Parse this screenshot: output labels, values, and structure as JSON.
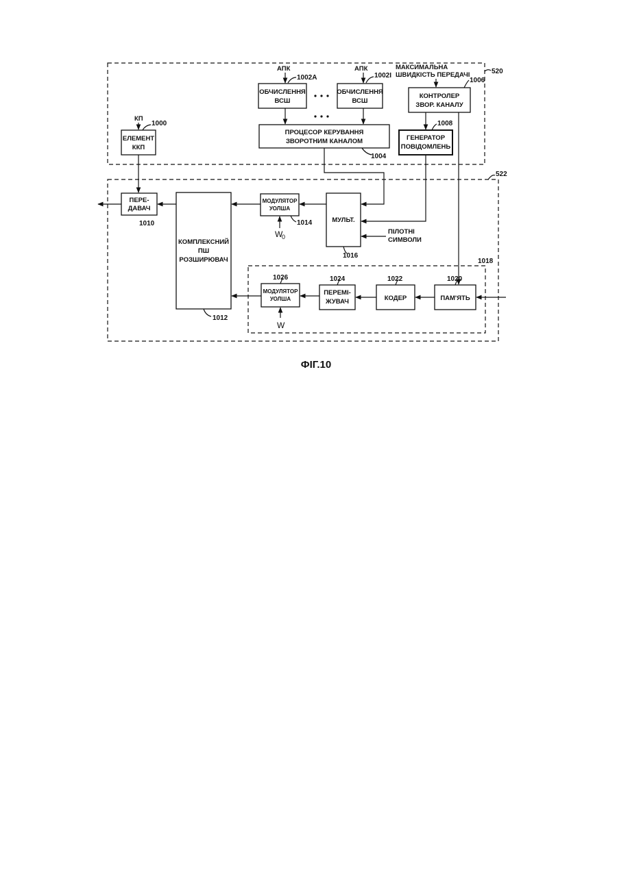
{
  "figure": {
    "caption": "ФІГ.10"
  },
  "frames": {
    "outer_top_ref": "520",
    "outer_bottom_ref": "522",
    "inner_ref": "1018"
  },
  "inputs": {
    "apc_a": "АПК",
    "apc_i": "АПК",
    "kp": "КП",
    "max_rate_1": "МАКСИМАЛЬНА",
    "max_rate_2": "ШВИДКІСТЬ ПЕРЕДАЧІ",
    "pilot_1": "ПІЛОТНІ",
    "pilot_2": "СИМВОЛИ",
    "w0": "W",
    "w0_sub": "0",
    "w": "W"
  },
  "blocks": {
    "kkp": {
      "line1": "ЕЛЕМЕНТ",
      "line2": "ККП",
      "ref": "1000"
    },
    "snr_a": {
      "line1": "ОБЧИСЛЕННЯ",
      "line2": "ВСШ",
      "ref": "1002A"
    },
    "snr_i": {
      "line1": "ОБЧИСЛЕННЯ",
      "line2": "ВСШ",
      "ref": "1002I"
    },
    "proc": {
      "line1": "ПРОЦЕСОР КЕРУВАННЯ",
      "line2": "ЗВОРОТНИМ КАНАЛОМ",
      "ref": "1004"
    },
    "ctrl": {
      "line1": "КОНТРОЛЕР",
      "line2": "ЗВОР. КАНАЛУ",
      "ref": "1006"
    },
    "msg": {
      "line1": "ГЕНЕРАТОР",
      "line2": "ПОВІДОМЛЕНЬ",
      "ref": "1008"
    },
    "tx": {
      "line1": "ПЕРЕ-",
      "line2": "ДАВАЧ",
      "ref": "1010"
    },
    "spreader": {
      "line1": "КОМПЛЕКСНИЙ",
      "line2": "ПШ",
      "line3": "РОЗШИРЮВАЧ",
      "ref": "1012"
    },
    "walsh1": {
      "line1": "МОДУЛЯТОР",
      "line2": "УОЛША",
      "ref": "1014"
    },
    "mux": {
      "line1": "МУЛЬТ.",
      "ref": "1016"
    },
    "memory": {
      "line1": "ПАМ'ЯТЬ",
      "ref": "1020"
    },
    "coder": {
      "line1": "КОДЕР",
      "ref": "1022"
    },
    "interleaver": {
      "line1": "ПЕРЕМІ-",
      "line2": "ЖУВАЧ",
      "ref": "1024"
    },
    "walsh2": {
      "line1": "МОДУЛЯТОР",
      "line2": "УОЛША",
      "ref": "1026"
    }
  }
}
